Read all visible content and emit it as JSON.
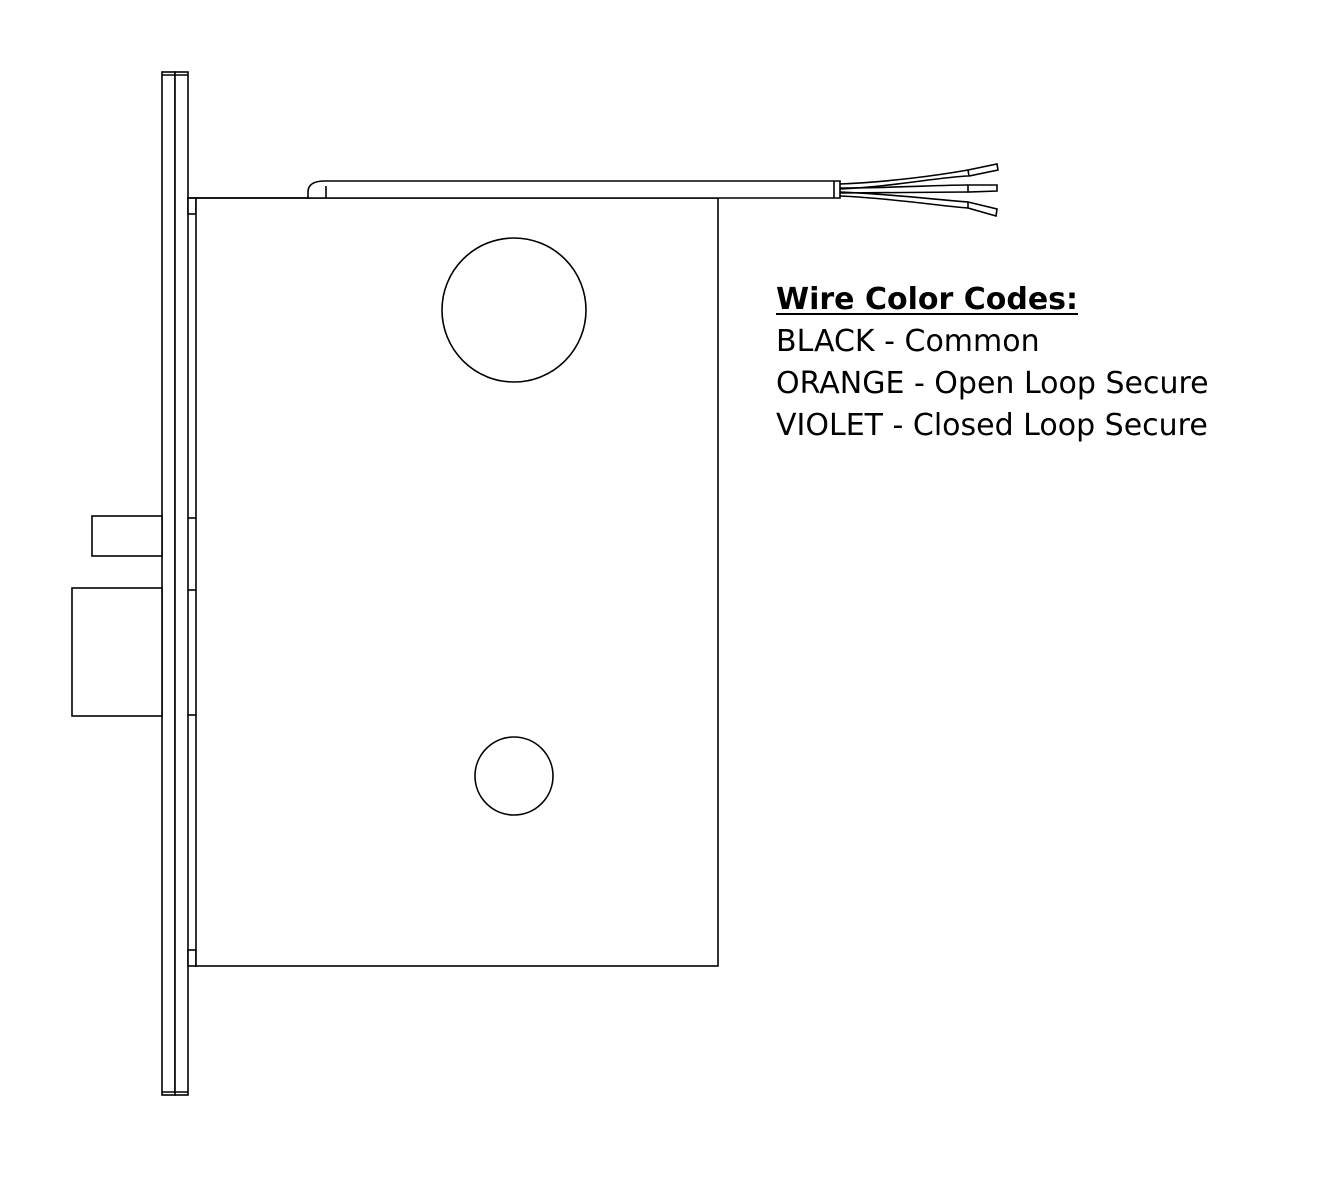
{
  "legend": {
    "title": "Wire Color Codes:",
    "rows": [
      "BLACK - Common",
      "ORANGE - Open Loop Secure",
      "VIOLET - Closed Loop Secure"
    ]
  }
}
